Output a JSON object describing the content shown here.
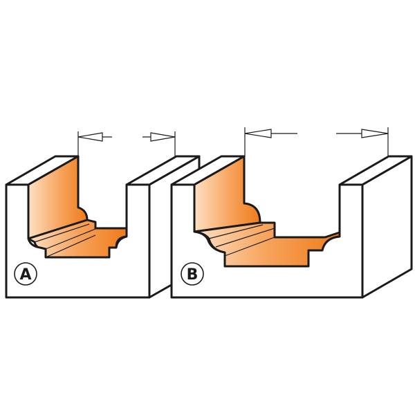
{
  "colors": {
    "profile_light": "#fde0c4",
    "profile_mid": "#f7a35c",
    "profile_dark": "#ef7b1a",
    "block_fill": "#ffffff",
    "outline": "#1a1a1a"
  },
  "profiles": [
    {
      "label": "A",
      "name": "profile-a"
    },
    {
      "label": "B",
      "name": "profile-b"
    }
  ]
}
